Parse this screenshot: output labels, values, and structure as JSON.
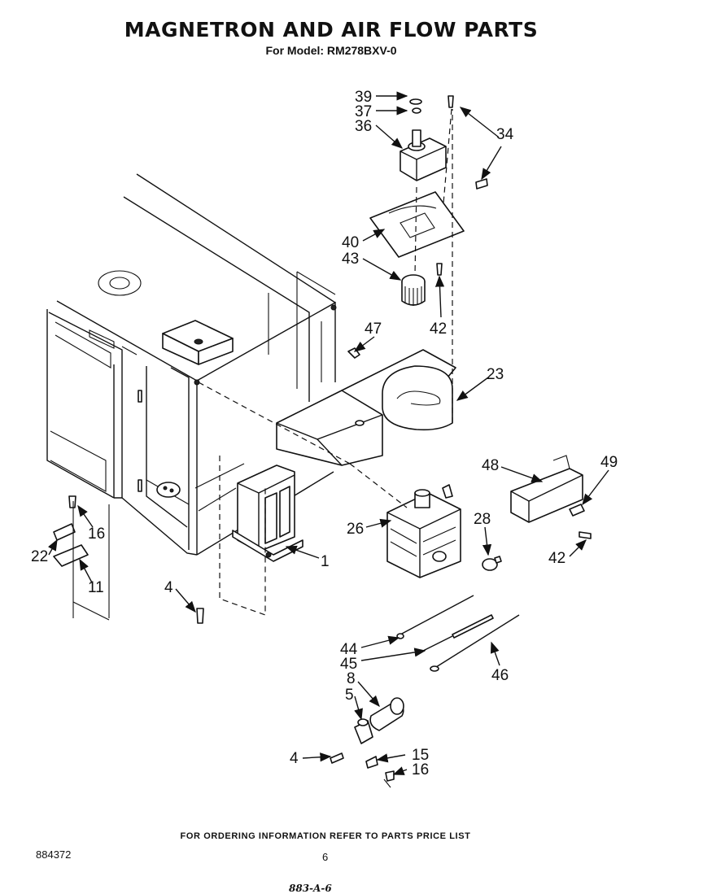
{
  "header": {
    "title": "MAGNETRON AND AIR FLOW PARTS",
    "subtitle": "For Model: RM278BXV-0"
  },
  "footer": {
    "ordering_note": "FOR ORDERING INFORMATION REFER TO PARTS PRICE LIST",
    "document_number": "884372",
    "page_number": "6",
    "code_mark": "883-A-6"
  },
  "callouts": {
    "c39": "39",
    "c37": "37",
    "c36": "36",
    "c34": "34",
    "c40": "40",
    "c43": "43",
    "c42a": "42",
    "c47": "47",
    "c23": "23",
    "c48": "48",
    "c49": "49",
    "c42b": "42",
    "c26": "26",
    "c28": "28",
    "c1": "1",
    "c16a": "16",
    "c22": "22",
    "c11": "11",
    "c4a": "4",
    "c44": "44",
    "c45": "45",
    "c46": "46",
    "c8": "8",
    "c5": "5",
    "c4b": "4",
    "c15": "15",
    "c16b": "16"
  }
}
